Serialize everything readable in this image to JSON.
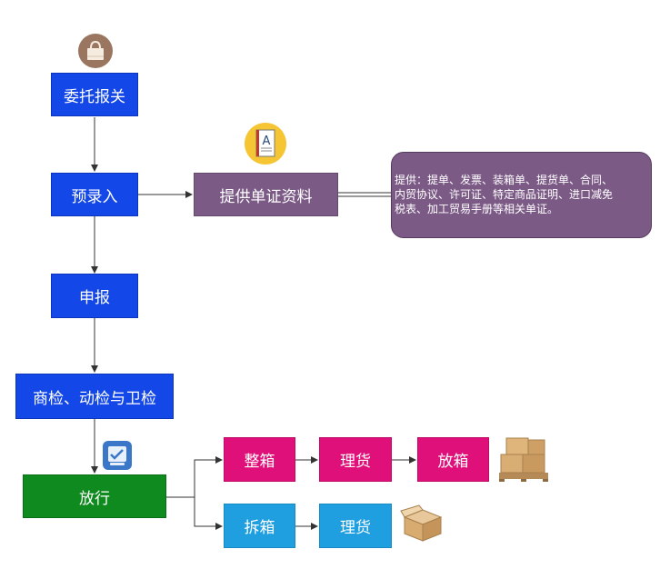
{
  "nodes": {
    "weituo": "委托报关",
    "yuluru": "预录入",
    "tigong": "提供单证资料",
    "shenbao": "申报",
    "shangjian": "商检、动检与卫检",
    "fangxing": "放行",
    "zhengxiang": "整箱",
    "lihuo1": "理货",
    "fangxiang": "放箱",
    "chaixiang": "拆箱",
    "lihuo2": "理货"
  },
  "note": {
    "line1": "提供：提单、发票、装箱单、提货单、合同、",
    "line2": "内贸协议、许可证、特定商品证明、进口减免",
    "line3": "税表、加工贸易手册等相关单证。"
  },
  "colors": {
    "blue": "#1347e8",
    "green": "#0f8a1e",
    "purple": "#7b5a86",
    "pink": "#e0107a",
    "sky": "#1f9fe0"
  },
  "icons": [
    "bag-icon",
    "document-icon",
    "approval-icon",
    "pallet-boxes-icon",
    "open-box-icon"
  ]
}
